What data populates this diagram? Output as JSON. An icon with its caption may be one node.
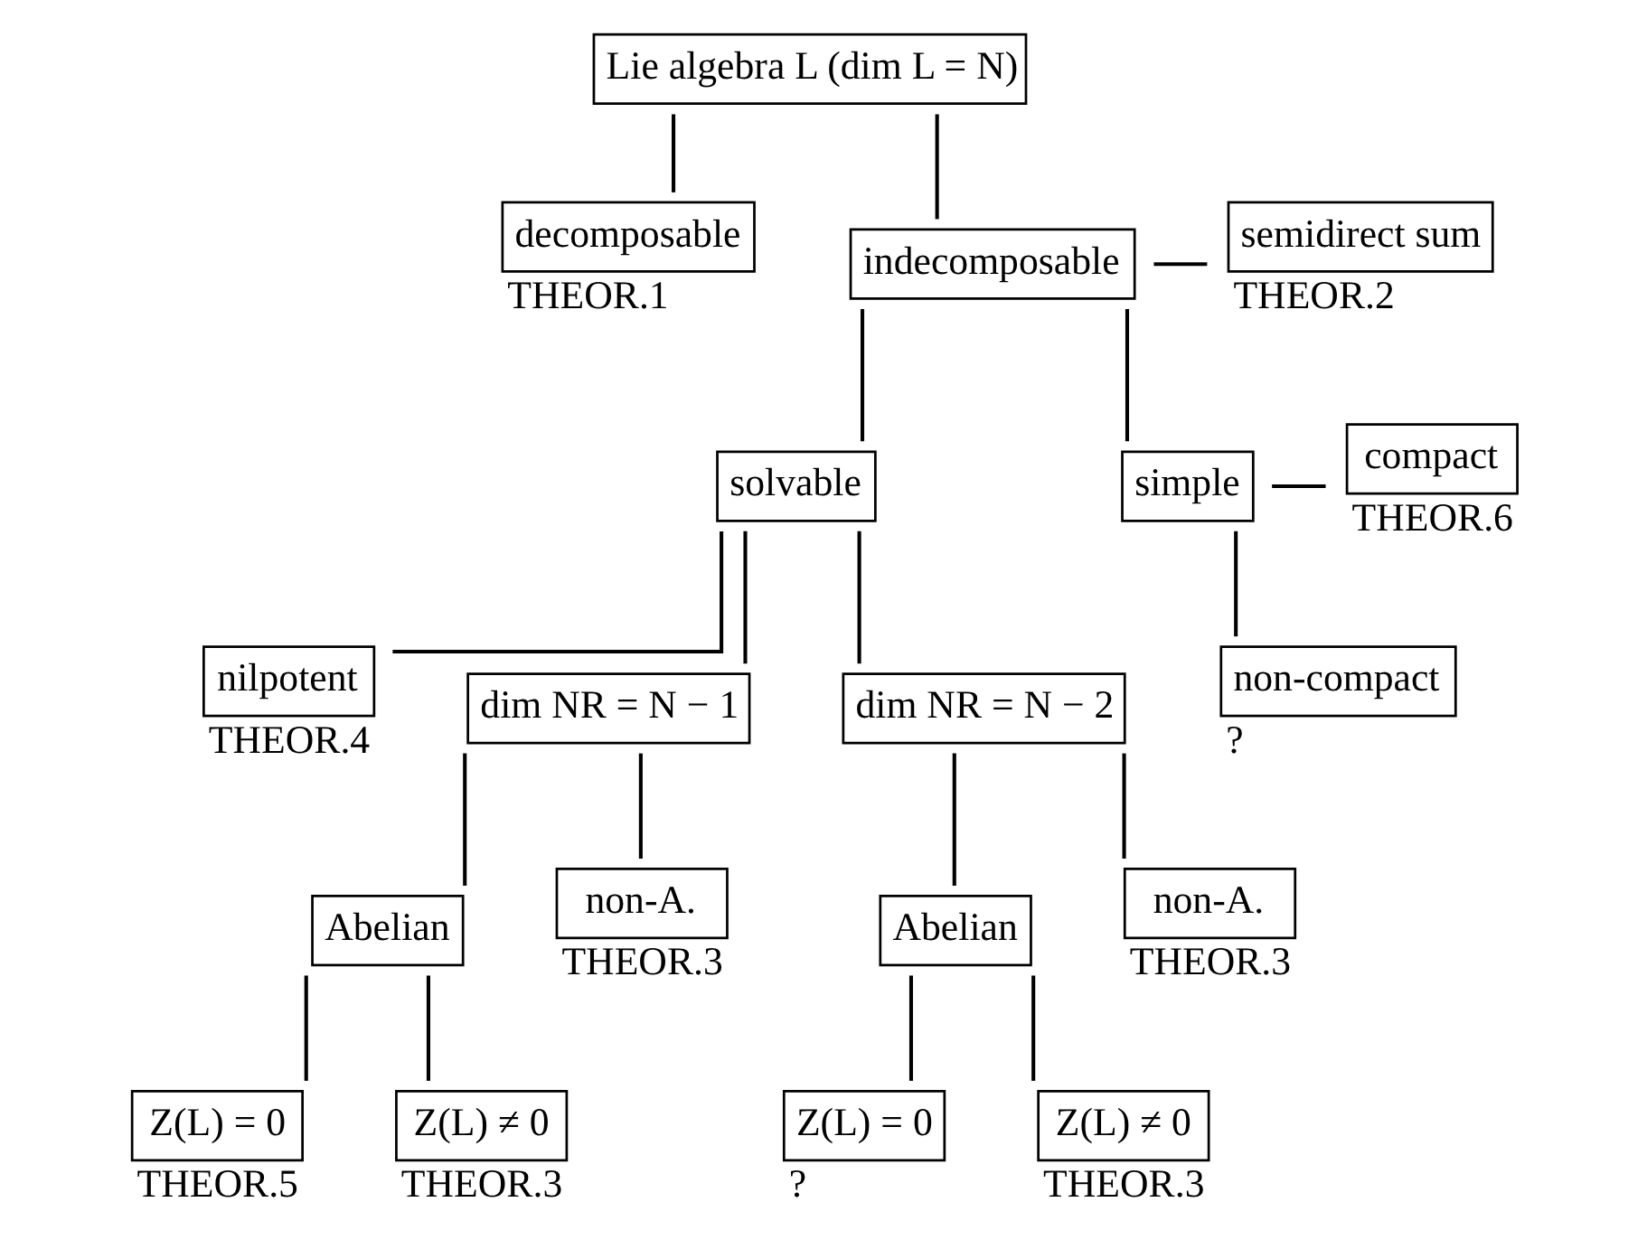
{
  "diagram": {
    "nodes": [
      {
        "text": [
          "Lie algebra L (dim L = N)"
        ]
      },
      {
        "text": [
          "decomposable"
        ],
        "beside": [
          "THEOR.1"
        ]
      },
      {
        "text": [
          "indecomposable"
        ]
      },
      {
        "text": [
          "semidirect sum"
        ],
        "beside": [
          "THEOR.2"
        ]
      },
      {
        "text": [
          "solvable"
        ]
      },
      {
        "text": [
          "simple"
        ]
      },
      {
        "text": [
          "compact"
        ],
        "beside": [
          "THEOR.6"
        ]
      },
      {
        "text": [
          "non-compact"
        ],
        "beside": [
          "?"
        ]
      },
      {
        "text": [
          "nilpotent"
        ],
        "beside": [
          "THEOR.4"
        ]
      },
      {
        "text": [
          "dim NR = N − 1"
        ]
      },
      {
        "text": [
          "Abelian"
        ]
      },
      {
        "text": [
          "non-A."
        ],
        "beside": [
          "THEOR.3"
        ]
      },
      {
        "text": [
          "Z(L) = 0"
        ],
        "beside": [
          "THEOR.5"
        ]
      },
      {
        "text": [
          "Z(L) ≠ 0"
        ],
        "beside": [
          "THEOR.3"
        ]
      },
      {
        "text": [
          "dim NR = N − 2"
        ]
      },
      {
        "text": [
          "Abelian"
        ]
      },
      {
        "text": [
          "non-A."
        ],
        "beside": [
          "THEOR.3"
        ]
      },
      {
        "text": [
          "Z(L) = 0"
        ],
        "beside": [
          "?"
        ]
      },
      {
        "text": [
          "Z(L) ≠ 0"
        ],
        "beside": [
          "THEOR.3"
        ]
      }
    ],
    "edges": [
      {
        "from": 0,
        "to": 1,
        "arrow": "none"
      },
      {
        "from": 0,
        "to": 2,
        "arrow": "none"
      },
      {
        "from": 2,
        "to": 3,
        "arrow": "none"
      },
      {
        "from": 2,
        "to": 4,
        "arrow": "none"
      },
      {
        "from": 2,
        "to": 5,
        "arrow": "none"
      },
      {
        "from": 5,
        "to": 6,
        "arrow": "none"
      },
      {
        "from": 5,
        "to": 7,
        "arrow": "none"
      },
      {
        "from": 4,
        "to": 8,
        "arrow": "none"
      },
      {
        "from": 4,
        "to": 9,
        "arrow": "none"
      },
      {
        "from": 4,
        "to": 14,
        "arrow": "none"
      },
      {
        "from": 9,
        "to": 10,
        "arrow": "none"
      },
      {
        "from": 9,
        "to": 11,
        "arrow": "none"
      },
      {
        "from": 10,
        "to": 12,
        "arrow": "none"
      },
      {
        "from": 10,
        "to": 13,
        "arrow": "none"
      },
      {
        "from": 14,
        "to": 15,
        "arrow": "none"
      },
      {
        "from": 14,
        "to": 16,
        "arrow": "none"
      },
      {
        "from": 15,
        "to": 17,
        "arrow": "none"
      },
      {
        "from": 15,
        "to": 18,
        "arrow": "none"
      }
    ]
  }
}
